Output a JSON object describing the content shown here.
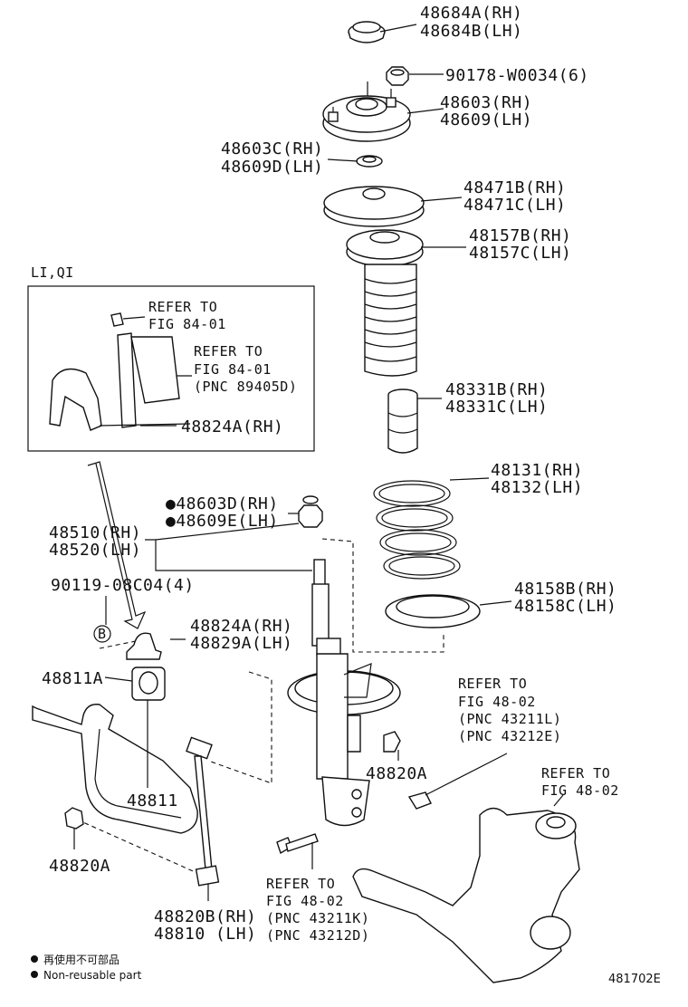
{
  "labels": {
    "p48684": [
      "48684A(RH)",
      "48684B(LH)"
    ],
    "p90178": "90178-W0034(6)",
    "p48603": [
      "48603(RH)",
      "48609(LH)"
    ],
    "p48603c": [
      "48603C(RH)",
      "48609D(LH)"
    ],
    "p48471": [
      "48471B(RH)",
      "48471C(LH)"
    ],
    "p48157": [
      "48157B(RH)",
      "48157C(LH)"
    ],
    "p48331": [
      "48331B(RH)",
      "48331C(LH)"
    ],
    "p48131": [
      "48131(RH)",
      "48132(LH)"
    ],
    "p48158": [
      "48158B(RH)",
      "48158C(LH)"
    ],
    "p48603d": [
      "●48603D(RH)",
      "●48609E(LH)"
    ],
    "p48510": [
      "48510(RH)",
      "48520(LH)"
    ],
    "p90119": "90119-08C04(4)",
    "circleB": "B",
    "p48824a": [
      "48824A(RH)",
      "48829A(LH)"
    ],
    "p48811a": "48811A",
    "p48811": "48811",
    "p48820a_left": "48820A",
    "p48820a_mid": "48820A",
    "p48820b": [
      "48820B(RH)",
      "48810 (LH)"
    ],
    "inset_title": "LI,QI",
    "inset_ref1": [
      "REFER TO",
      "FIG 84-01"
    ],
    "inset_ref2": [
      "REFER TO",
      "FIG 84-01",
      "(PNC 89405D)"
    ],
    "inset_part": "48824A(RH)",
    "ref_right": [
      "REFER TO",
      "FIG 48-02",
      "(PNC 43211L)",
      "(PNC 43212E)"
    ],
    "ref_far_right": [
      "REFER TO",
      "FIG 48-02"
    ],
    "ref_bottom": [
      "REFER TO",
      "FIG 48-02",
      "(PNC 43211K)",
      "(PNC 43212D)"
    ],
    "legend_cn": "再使用不可部品",
    "legend_en": "Non-reusable part",
    "diagram_id": "481702E"
  }
}
